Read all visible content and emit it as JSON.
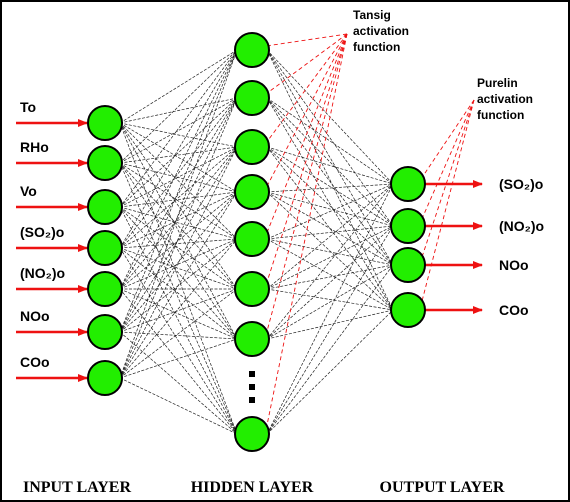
{
  "diagram": {
    "input_labels": [
      "To",
      "RHo",
      "Vo",
      "(SO₂)o",
      "(NO₂)o",
      "NOo",
      "COo"
    ],
    "output_labels": [
      "(SO₂)o",
      "(NO₂)o",
      "NOo",
      "COo"
    ],
    "hidden_visible_nodes": 8,
    "hidden_ellipsis": "⋮",
    "tansig_note": [
      "Tansig",
      "activation",
      "function"
    ],
    "purelin_note": [
      "Purelin",
      "activation",
      "function"
    ],
    "layer_titles": {
      "input": "INPUT LAYER",
      "hidden": "HIDDEN LAYER",
      "output": "OUTPUT LAYER"
    },
    "colors": {
      "node_fill": "#22ee00",
      "node_stroke": "#000000",
      "arrow": "#ee1111",
      "dashed_note": "#ee1111",
      "connection": "#222222"
    }
  }
}
